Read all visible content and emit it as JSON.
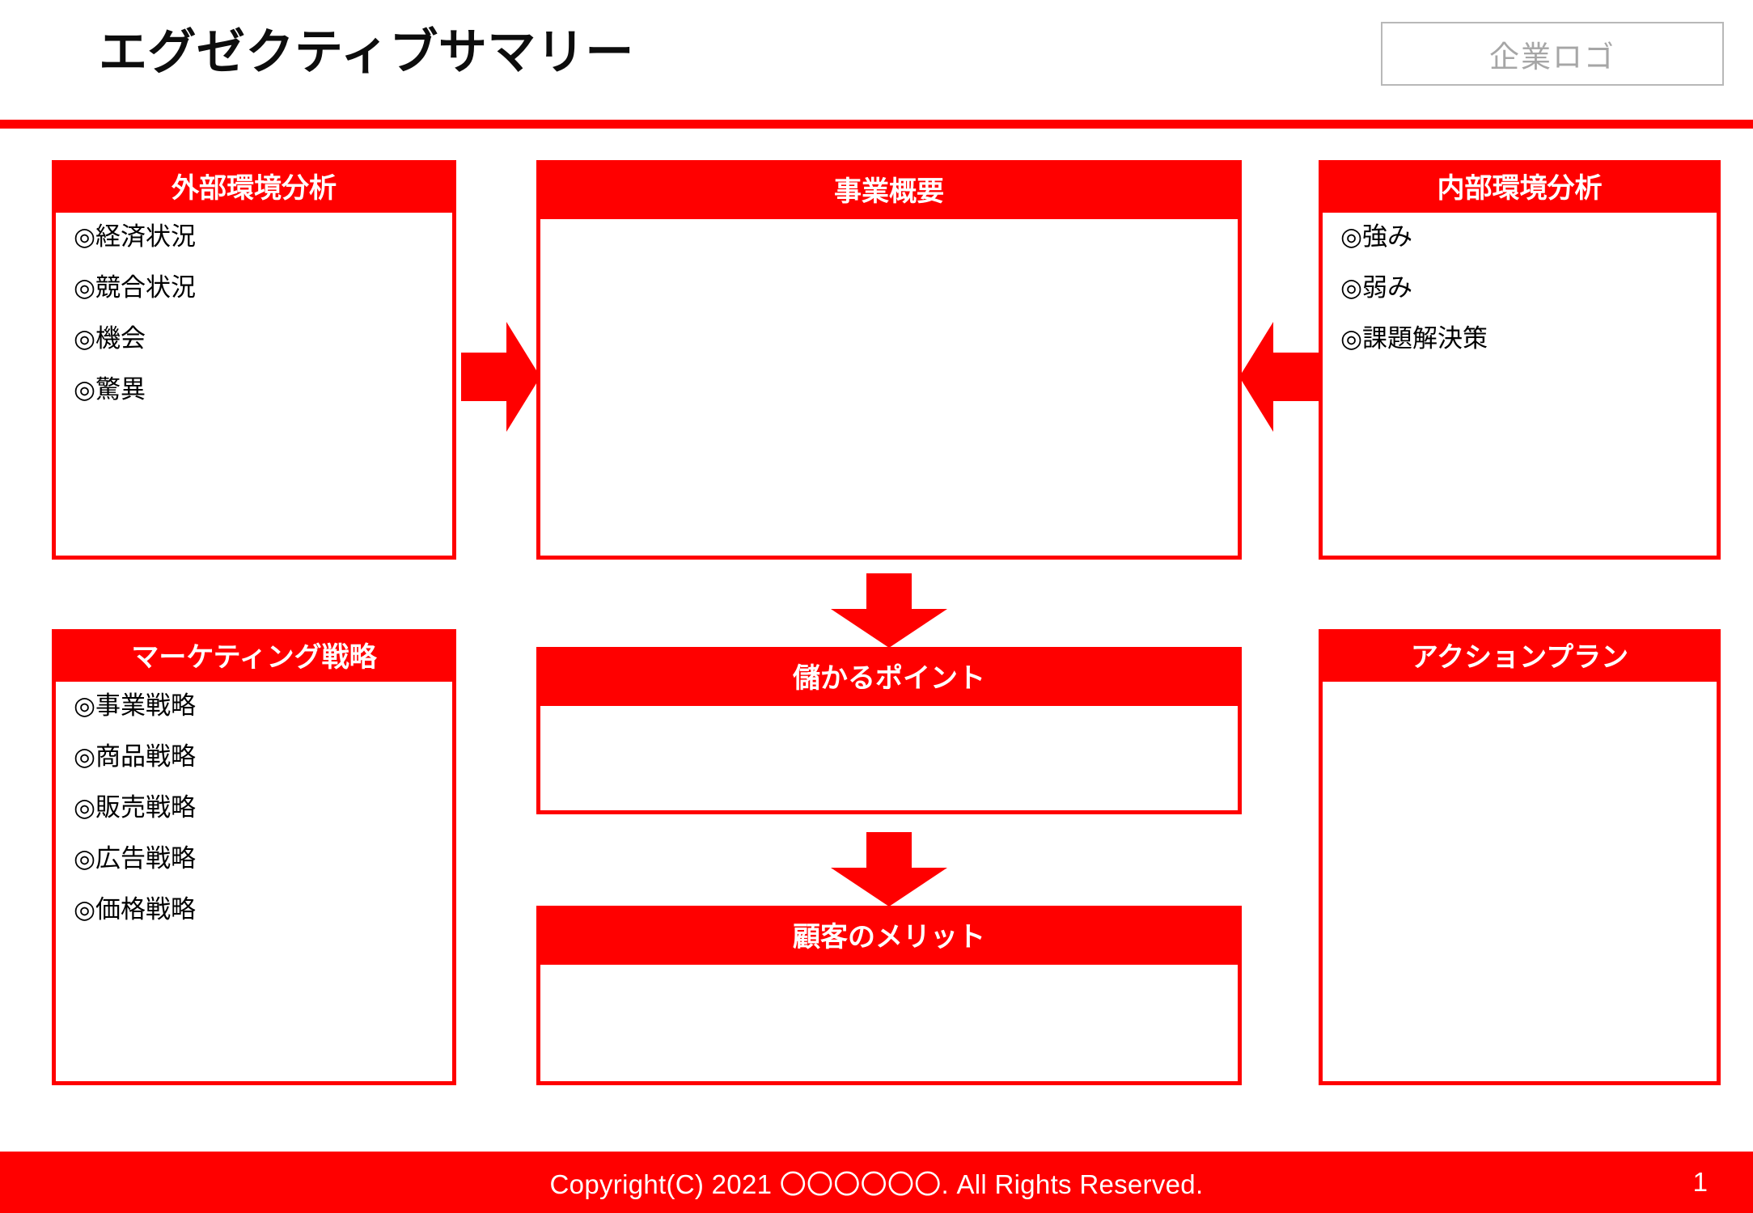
{
  "header": {
    "title": "エグゼクティブサマリー",
    "logo_placeholder": "企業ロゴ"
  },
  "colors": {
    "accent_red": "#FF0000",
    "title_text": "#0D0D0D",
    "logo_text": "#A6A6A6",
    "panel_header_text": "#FFFFFF",
    "body_text": "#000000"
  },
  "panels": {
    "external": {
      "title": "外部環境分析",
      "items": [
        "◎経済状況",
        "◎競合状況",
        "◎機会",
        "◎驚異"
      ]
    },
    "business": {
      "title": "事業概要",
      "items": []
    },
    "internal": {
      "title": "内部環境分析",
      "items": [
        "◎強み",
        "◎弱み",
        "◎課題解決策"
      ]
    },
    "marketing": {
      "title": "マーケティング戦略",
      "items": [
        "◎事業戦略",
        "◎商品戦略",
        "◎販売戦略",
        "◎広告戦略",
        "◎価格戦略"
      ]
    },
    "profit": {
      "title": "儲かるポイント",
      "items": []
    },
    "benefit": {
      "title": "顧客のメリット",
      "items": []
    },
    "action": {
      "title": "アクションプラン",
      "items": []
    }
  },
  "arrows": [
    {
      "name": "arrow-right-icon",
      "direction": "right"
    },
    {
      "name": "arrow-left-icon",
      "direction": "left"
    },
    {
      "name": "arrow-down-icon",
      "direction": "down"
    },
    {
      "name": "arrow-down-icon",
      "direction": "down"
    }
  ],
  "footer": {
    "copyright": "Copyright(C) 2021 〇〇〇〇〇〇. All Rights Reserved.",
    "page_number": "1"
  }
}
